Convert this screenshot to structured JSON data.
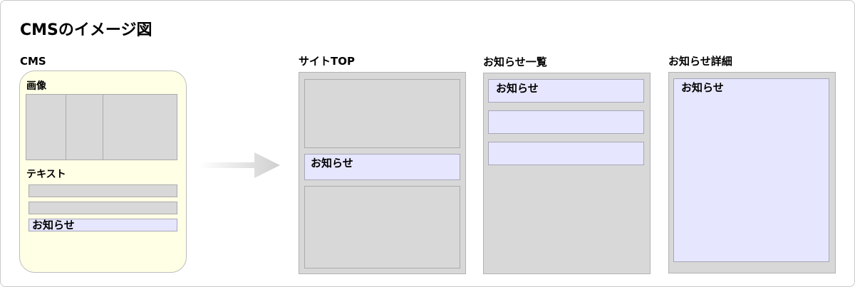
{
  "title": "CMSのイメージ図",
  "cms": {
    "heading": "CMS",
    "image_label": "画像",
    "text_label": "テキスト",
    "news_label": "お知らせ"
  },
  "site_top": {
    "heading": "サイトTOP",
    "news_label": "お知らせ"
  },
  "news_list": {
    "heading": "お知らせ一覧",
    "news_label": "お知らせ"
  },
  "news_detail": {
    "heading": "お知らせ詳細",
    "news_label": "お知らせ"
  },
  "colors": {
    "cms_bg": "#ffffe6",
    "gray_block": "#d8d8d8",
    "news_block": "#e6e6ff",
    "arrow": "#d0d0d0"
  }
}
